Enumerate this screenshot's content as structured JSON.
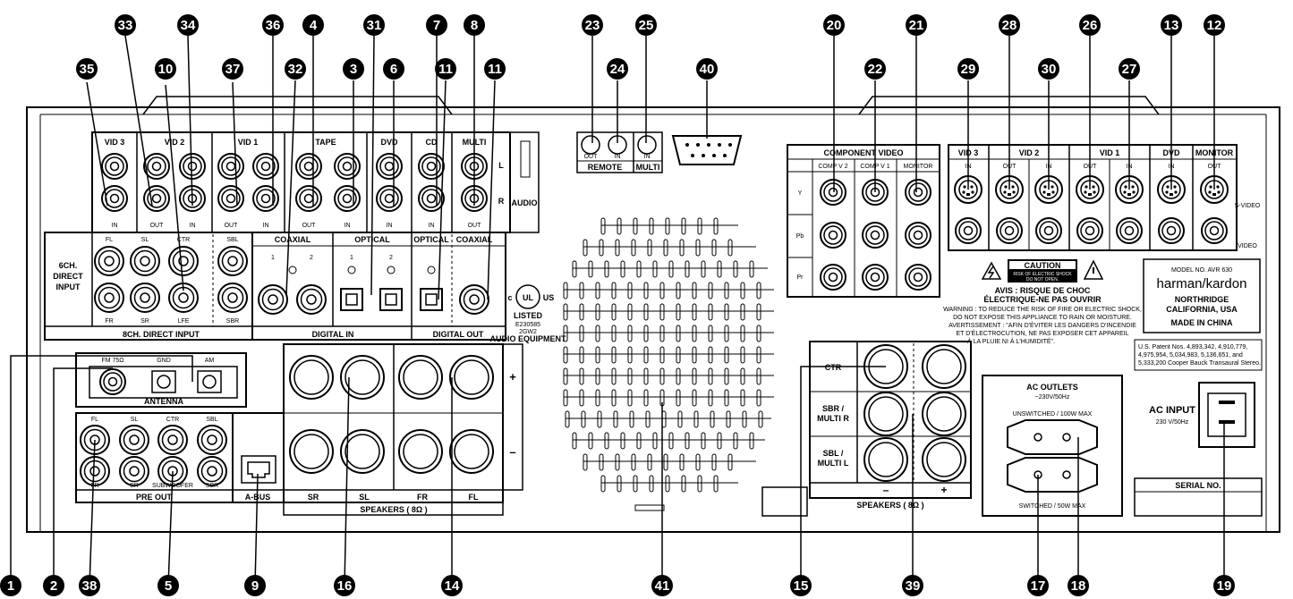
{
  "top_labels": {
    "vid3": "VID 3",
    "vid2": "VID 2",
    "vid1": "VID 1",
    "tape": "TAPE",
    "dvd": "DVD",
    "cd": "CD",
    "multi": "MULTI",
    "audio": "AUDIO",
    "l": "L",
    "r": "R",
    "in": "IN",
    "out": "OUT"
  },
  "direct": {
    "title1": "6CH.",
    "title2": "DIRECT",
    "title3": "INPUT",
    "fl": "FL",
    "sl": "SL",
    "ctr": "CTR",
    "sbl": "SBL",
    "fr": "FR",
    "sr": "SR",
    "lfe": "LFE",
    "sbr": "SBR",
    "footer": "8CH. DIRECT INPUT"
  },
  "digital": {
    "coaxial": "COAXIAL",
    "optical": "OPTICAL",
    "one": "1",
    "two": "2",
    "digital_in": "DIGITAL IN",
    "digital_out": "DIGITAL OUT"
  },
  "ul": {
    "c": "c",
    "us": "US",
    "listed": "LISTED",
    "code1": "E230585",
    "code2": "2GW2",
    "equip": "AUDIO EQUIPMENT"
  },
  "remote": {
    "out": "OUT",
    "in": "IN",
    "in2": "IN",
    "remote": "REMOTE",
    "multi": "MULTI"
  },
  "component": {
    "title": "COMPONENT VIDEO",
    "comp2": "COMP V 2",
    "comp1": "COMP V 1",
    "monitor": "MONITOR",
    "y": "Y",
    "pb": "Pb",
    "pr": "Pr"
  },
  "svideo": {
    "vid3": "VID 3",
    "vid2": "VID 2",
    "vid1": "VID 1",
    "dvd": "DVD",
    "monitor": "MONITOR",
    "in": "IN",
    "out": "OUT",
    "svideo": "S-VIDEO",
    "video": "VIDEO"
  },
  "caution": {
    "title": "CAUTION",
    "sub1": "RISK OF ELECTRIC SHOCK",
    "sub2": "DO NOT OPEN.",
    "avis": "AVIS : RISQUE DE CHOC",
    "avis2": "ÉLECTRIQUE-NE PAS OUVRIR",
    "warn1": "WARNING : TO REDUCE THE RISK OF FIRE OR ELECTRIC SHOCK,",
    "warn2": "DO NOT EXPOSE THIS APPLIANCE TO RAIN OR MOISTURE.",
    "avert1": "AVERTISSEMENT : \"AFIN D'ÉVITER LES DANGERS D'INCENDIE",
    "avert2": "ET D'ÉLECTROCUTION, NE PAS EXPOSER CET APPAREIL",
    "avert3": "À LA PLUIE NI À L'HUMIDITÉ\"."
  },
  "model": {
    "model_no": "MODEL NO. AVR 630",
    "brand": "harman/kardon",
    "city": "NORTHRIDGE",
    "state": "CALIFORNIA, USA",
    "made": "MADE IN CHINA"
  },
  "patent": {
    "l1": "U.S. Patent Nos. 4,893,342, 4,910,779,",
    "l2": "4,975,954, 5,034,983, 5,136,651, and",
    "l3": "5,333,200 Cooper Bauck Transaural Stereo."
  },
  "antenna": {
    "fm": "FM 75Ω",
    "gnd": "GND",
    "am": "AM",
    "title": "ANTENNA"
  },
  "preout": {
    "fl": "FL",
    "sl": "SL",
    "ctr": "CTR",
    "sbl": "SBL",
    "fr": "FR",
    "sr": "SR",
    "sub": "SUBWOOFER",
    "sbr": "SBR",
    "title": "PRE OUT"
  },
  "abus": {
    "title": "A-BUS"
  },
  "speakers": {
    "sr": "SR",
    "sl": "SL",
    "fr": "FR",
    "fl": "FL",
    "title": "SPEAKERS ( 8Ω )",
    "plus": "+",
    "minus": "–"
  },
  "speakers2": {
    "ctr": "CTR",
    "sbr1": "SBR /",
    "sbr2": "MULTI R",
    "sbl1": "SBL /",
    "sbl2": "MULTI L",
    "minus": "–",
    "plus": "+",
    "title": "SPEAKERS ( 8Ω )"
  },
  "ac_outlets": {
    "title": "AC OUTLETS",
    "sub": "~230V/50Hz",
    "unswitched": "UNSWITCHED / 100W MAX",
    "switched": "SWITCHED / 50W MAX"
  },
  "ac_input": {
    "title": "AC INPUT",
    "sub": "230 V/50Hz"
  },
  "serial": {
    "title": "SERIAL NO."
  },
  "callouts": {
    "c35": "35",
    "c33": "33",
    "c10": "10",
    "c34": "34",
    "c37": "37",
    "c36": "36",
    "c32": "32",
    "c4": "4",
    "c3": "3",
    "c31": "31",
    "c6": "6",
    "c7": "7",
    "c8": "8",
    "c11a": "11",
    "c11b": "11",
    "c23": "23",
    "c24": "24",
    "c25": "25",
    "c40": "40",
    "c20": "20",
    "c22": "22",
    "c21": "21",
    "c29": "29",
    "c28": "28",
    "c30": "30",
    "c26": "26",
    "c27": "27",
    "c13": "13",
    "c12": "12",
    "c1": "1",
    "c2": "2",
    "c38": "38",
    "c5": "5",
    "c9": "9",
    "c16": "16",
    "c14": "14",
    "c41": "41",
    "c15": "15",
    "c39": "39",
    "c17": "17",
    "c18": "18",
    "c19": "19"
  }
}
